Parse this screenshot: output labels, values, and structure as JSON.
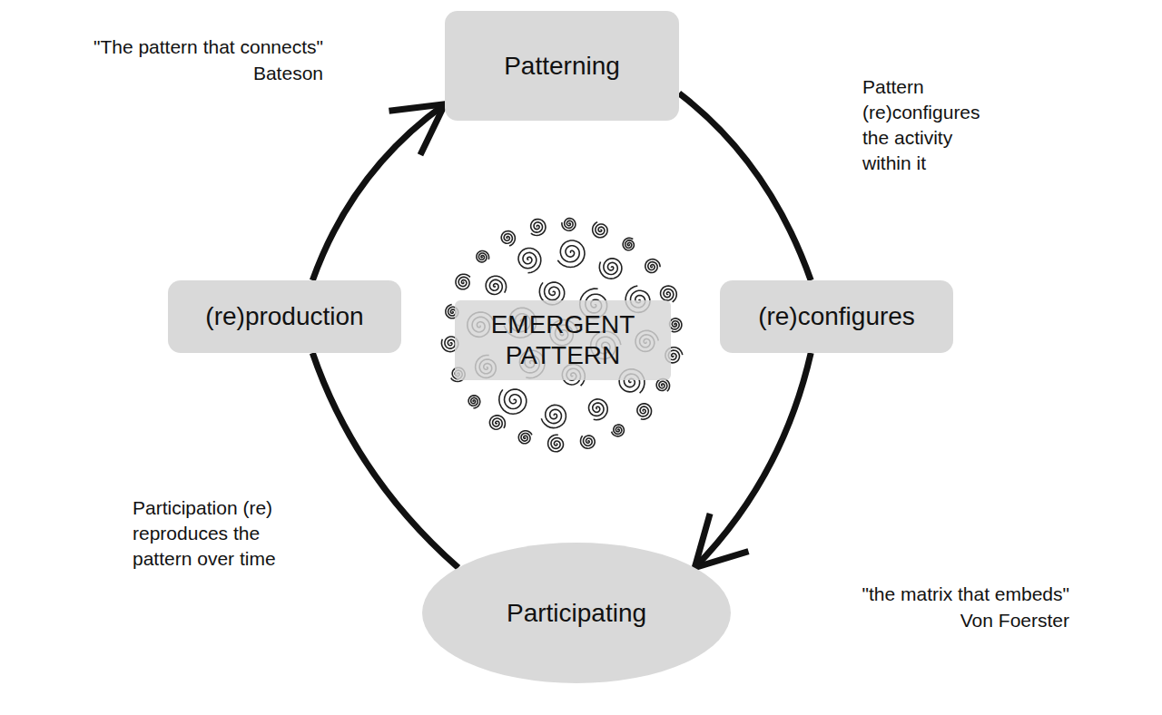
{
  "diagram": {
    "nodes": [
      {
        "text": [
          "Patterning"
        ]
      },
      {
        "text": [
          "(re)production"
        ]
      },
      {
        "text": [
          "EMERGENT PATTERN"
        ]
      },
      {
        "text": [
          "(re)configures"
        ]
      },
      {
        "text": [
          "Participating"
        ]
      }
    ],
    "edges": [
      {
        "from": 0,
        "to": 3,
        "arrow": "none"
      },
      {
        "from": 3,
        "to": 4,
        "arrow": "to"
      },
      {
        "from": 4,
        "to": 1,
        "arrow": "none"
      },
      {
        "from": 1,
        "to": 0,
        "arrow": "to"
      }
    ],
    "labels": [
      "\"The pattern that connects\"",
      "Bateson",
      "Pattern (re)configures the activity within it",
      "\"the matrix that embeds\"",
      "Von Foerster",
      "Participation (re) reproduces the pattern over time"
    ]
  }
}
